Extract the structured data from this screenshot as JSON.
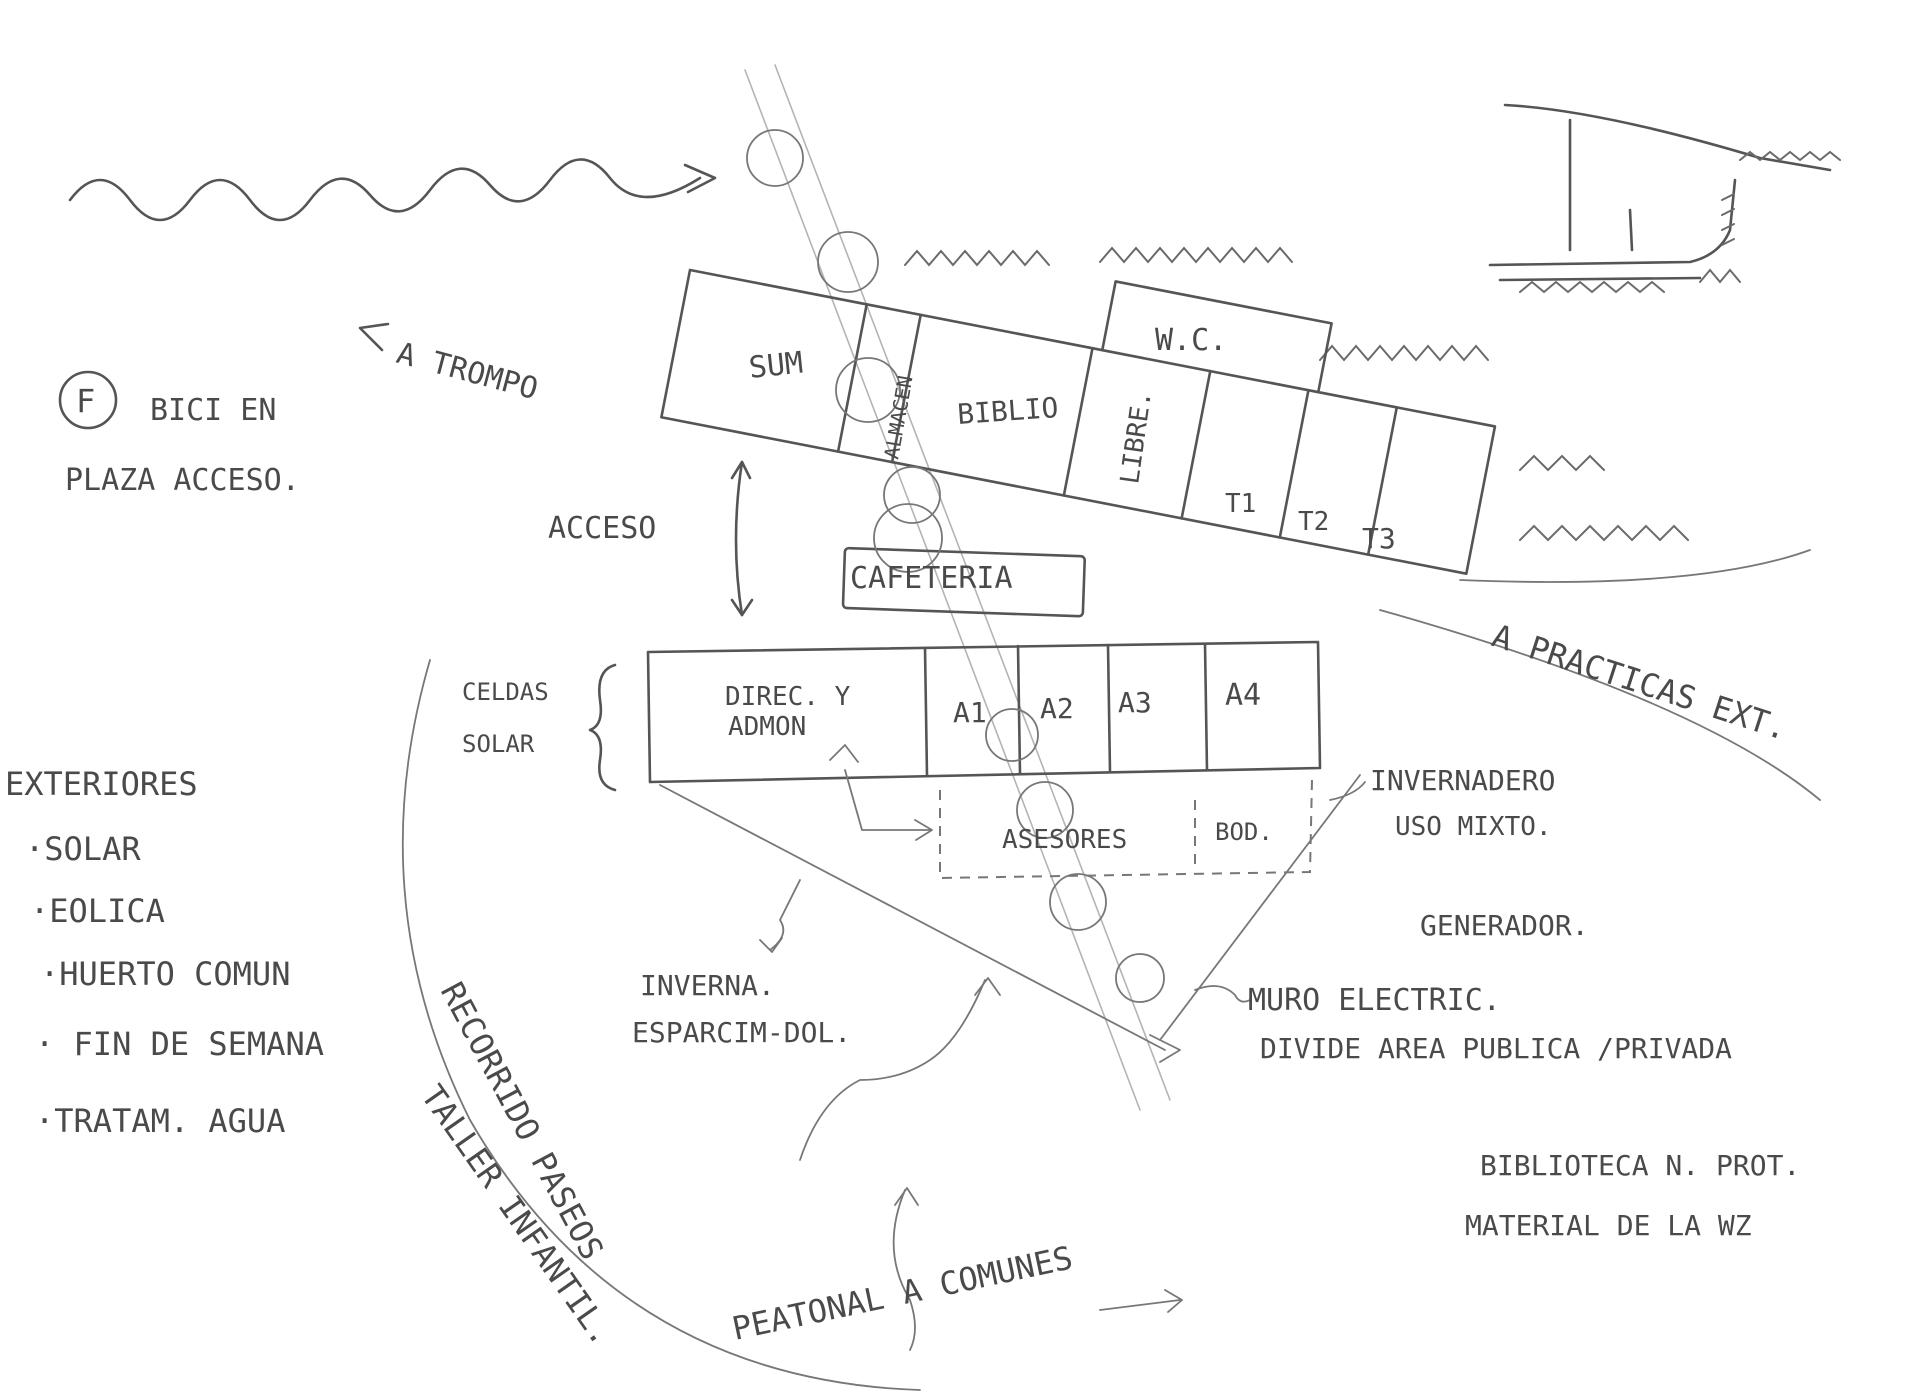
{
  "rooms": {
    "sum": "SUM",
    "almacen": "ALMACEN",
    "biblio": "BIBLIO",
    "libre": "LIBRE.",
    "wc": "W.C.",
    "t1": "T1",
    "t2": "T2",
    "t3": "T3",
    "cafeteria": "CAFETERIA",
    "direc_1": "DIREC. Y",
    "direc_2": "ADMON",
    "a1": "A1",
    "a2": "A2",
    "a3": "A3",
    "a4": "A4",
    "asesores": "ASESORES",
    "bod": "BOD."
  },
  "labels": {
    "a_trompo": "A TROMPO",
    "acceso": "ACCESO",
    "celdas_1": "CELDAS",
    "celdas_2": "SOLAR",
    "a_practicas": "A PRACTICAS EXT.",
    "invernadero_1": "INVERNADERO",
    "invernadero_2": "USO MIXTO.",
    "generador": "GENERADOR.",
    "muro_1": "MURO ELECTRIC.",
    "muro_2": "DIVIDE AREA PUBLICA /PRIVADA",
    "inverna_1": "INVERNA.",
    "inverna_2": "ESPARCIM-DOL.",
    "recorrido_1": "RECORRIDO PASEOS",
    "recorrido_2": "TALLER INFANTIL.",
    "peatonal": "PEATONAL A COMUNES",
    "bici_symbol": "F",
    "bici_1": "BICI EN",
    "bici_2": "PLAZA ACCESO.",
    "biblioteca_1": "BIBLIOTECA N. PROT.",
    "biblioteca_2": "MATERIAL DE LA WZ"
  },
  "exteriores": {
    "title": "EXTERIORES",
    "items": [
      "·SOLAR",
      "·EOLICA",
      "·HUERTO COMUN",
      "· FIN DE SEMANA",
      "·TRATAM. AGUA"
    ]
  },
  "colors": {
    "ink": "#4a4a4a",
    "paper": "#ffffff"
  }
}
